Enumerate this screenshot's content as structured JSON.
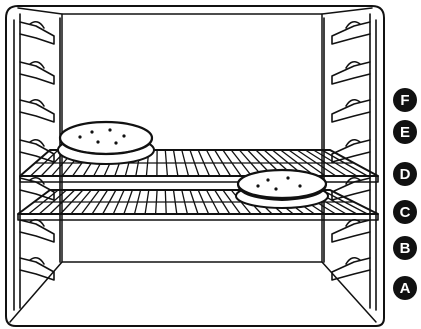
{
  "illustration": {
    "subject": "oven-interior",
    "ink_color": "#111111",
    "paper_color": "#ffffff",
    "rack_count": 2,
    "pie_count": 2
  },
  "rack_positions": [
    {
      "label": "F",
      "badge_color": "#111111"
    },
    {
      "label": "E",
      "badge_color": "#111111"
    },
    {
      "label": "D",
      "badge_color": "#111111"
    },
    {
      "label": "C",
      "badge_color": "#111111"
    },
    {
      "label": "B",
      "badge_color": "#111111"
    },
    {
      "label": "A",
      "badge_color": "#111111"
    }
  ]
}
